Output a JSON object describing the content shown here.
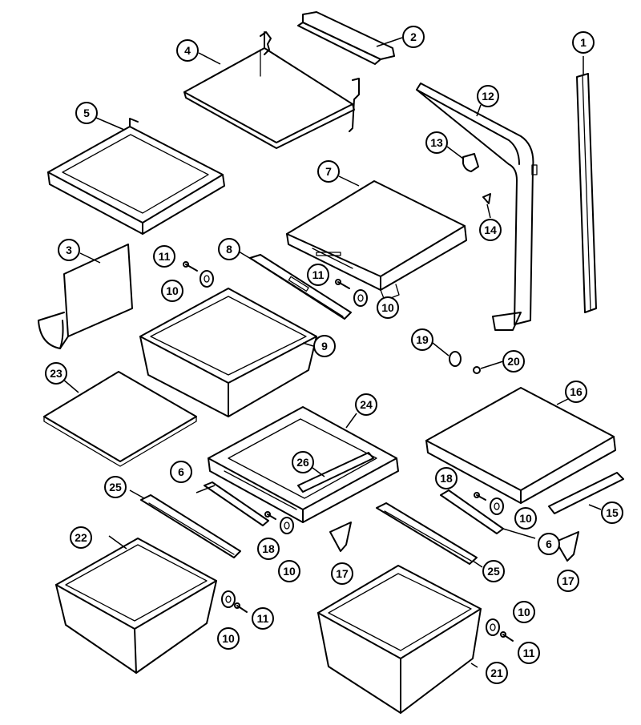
{
  "callouts": [
    {
      "id": "c1",
      "label": "1"
    },
    {
      "id": "c2",
      "label": "2"
    },
    {
      "id": "c3",
      "label": "3"
    },
    {
      "id": "c4",
      "label": "4"
    },
    {
      "id": "c5",
      "label": "5"
    },
    {
      "id": "c6a",
      "label": "6"
    },
    {
      "id": "c6b",
      "label": "6"
    },
    {
      "id": "c7",
      "label": "7"
    },
    {
      "id": "c8",
      "label": "8"
    },
    {
      "id": "c9",
      "label": "9"
    },
    {
      "id": "c10a",
      "label": "10"
    },
    {
      "id": "c10b",
      "label": "10"
    },
    {
      "id": "c10c",
      "label": "10"
    },
    {
      "id": "c10d",
      "label": "10"
    },
    {
      "id": "c10e",
      "label": "10"
    },
    {
      "id": "c10f",
      "label": "10"
    },
    {
      "id": "c11a",
      "label": "11"
    },
    {
      "id": "c11b",
      "label": "11"
    },
    {
      "id": "c11c",
      "label": "11"
    },
    {
      "id": "c11d",
      "label": "11"
    },
    {
      "id": "c12",
      "label": "12"
    },
    {
      "id": "c13",
      "label": "13"
    },
    {
      "id": "c14",
      "label": "14"
    },
    {
      "id": "c15",
      "label": "15"
    },
    {
      "id": "c16",
      "label": "16"
    },
    {
      "id": "c17a",
      "label": "17"
    },
    {
      "id": "c17b",
      "label": "17"
    },
    {
      "id": "c18a",
      "label": "18"
    },
    {
      "id": "c18b",
      "label": "18"
    },
    {
      "id": "c19",
      "label": "19"
    },
    {
      "id": "c20",
      "label": "20"
    },
    {
      "id": "c21",
      "label": "21"
    },
    {
      "id": "c22",
      "label": "22"
    },
    {
      "id": "c23",
      "label": "23"
    },
    {
      "id": "c24",
      "label": "24"
    },
    {
      "id": "c25a",
      "label": "25"
    },
    {
      "id": "c25b",
      "label": "25"
    },
    {
      "id": "c26",
      "label": "26"
    }
  ]
}
